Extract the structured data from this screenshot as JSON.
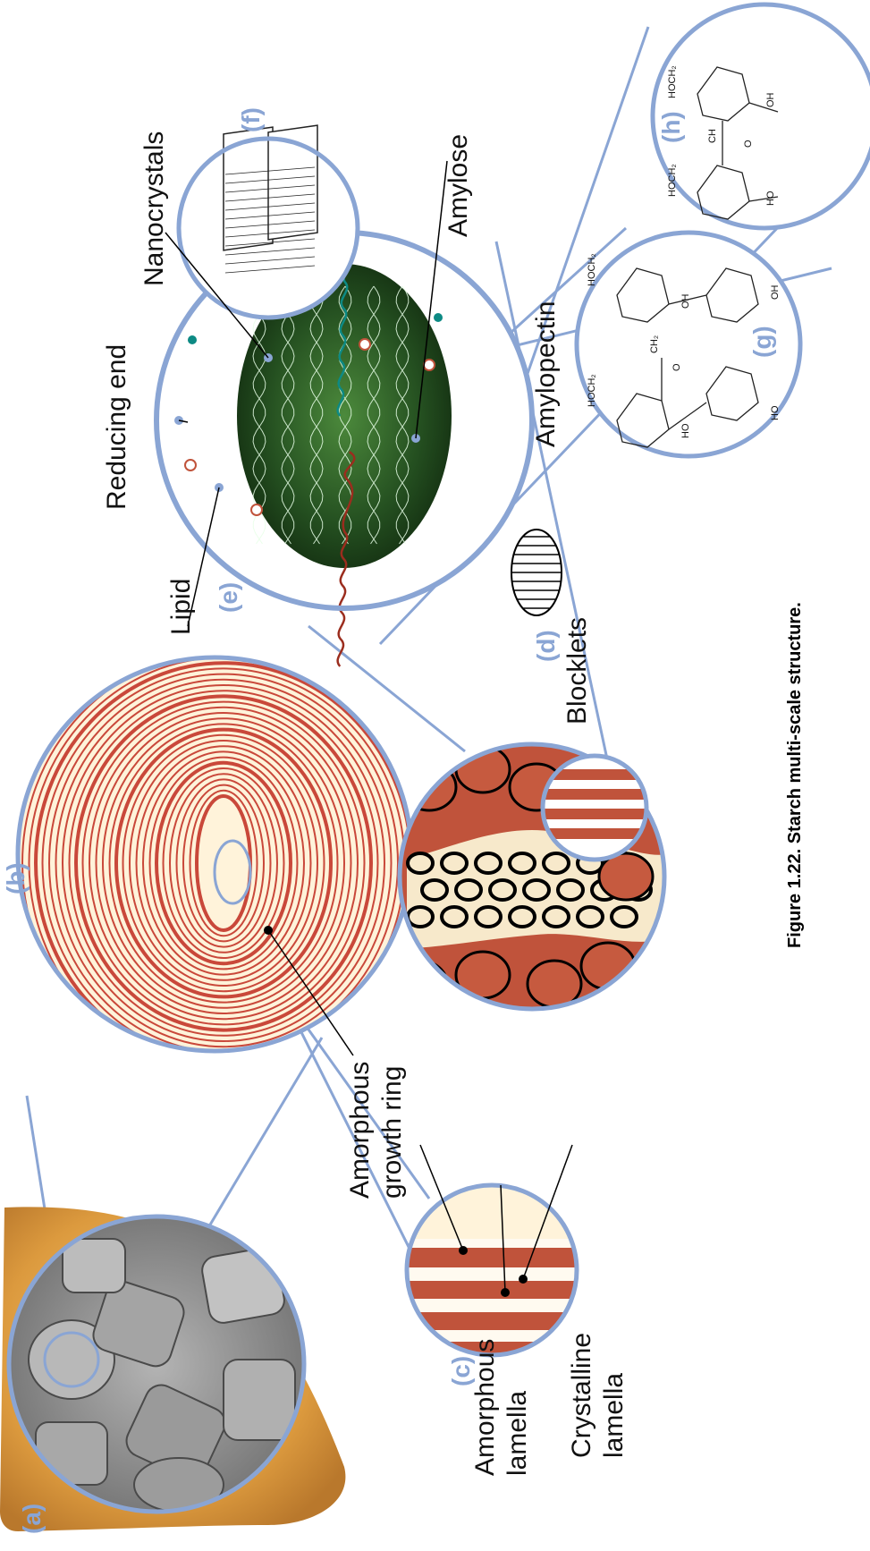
{
  "panels": {
    "a": "(a)",
    "b": "(b)",
    "c": "(c)",
    "d": "(d)",
    "e": "(e)",
    "f": "(f)",
    "g": "(g)",
    "h": "(h)"
  },
  "labels": {
    "amorphous_growth_ring_1": "Amorphous",
    "amorphous_growth_ring_2": "growth ring",
    "amorphous_lamella_1": "Amorphous",
    "amorphous_lamella_2": "lamella",
    "crystalline_lamella_1": "Crystalline",
    "crystalline_lamella_2": "lamella",
    "blocklets": "Blocklets",
    "lipid": "Lipid",
    "reducing_end": "Reducing end",
    "nanocrystals": "Nanocrystals",
    "amylopectin": "Amylopectin",
    "amylose": "Amylose"
  },
  "chemistry": {
    "hoch2": "HOCH₂",
    "ch2": "CH₂",
    "oh": "OH",
    "ho": "HO",
    "o": "O",
    "ch": "CH"
  },
  "caption": "Figure 1.22. Starch multi-scale structure.",
  "colors": {
    "accent": "#8aa5d4",
    "ring_red": "#c9483a",
    "ring_cream": "#fff3da",
    "blocklet_red": "#c0533b",
    "granule_green": "#214a1e",
    "sem_gray": "#8f8f8f",
    "kernel": "#e0a650"
  }
}
